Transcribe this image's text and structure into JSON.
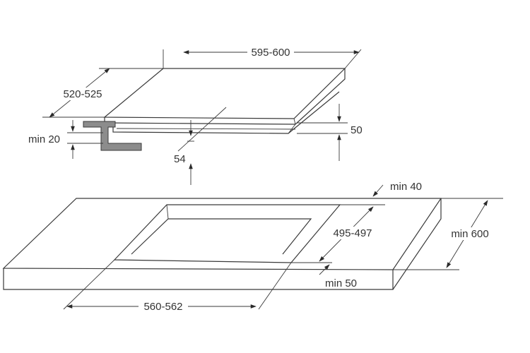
{
  "diagram": {
    "hob": {
      "width_label": "595-600",
      "depth_label": "520-525",
      "height_label": "50",
      "clearance_label": "54",
      "bracket_label": "min 20"
    },
    "worktop": {
      "back_margin_label": "min 40",
      "cutout_depth_label": "495-497",
      "depth_label": "min 600",
      "front_margin_label": "min 50",
      "cutout_width_label": "560-562"
    },
    "colors": {
      "line": "#3a3a3a",
      "bracket_fill": "#8c8c8c",
      "text": "#333333"
    }
  }
}
